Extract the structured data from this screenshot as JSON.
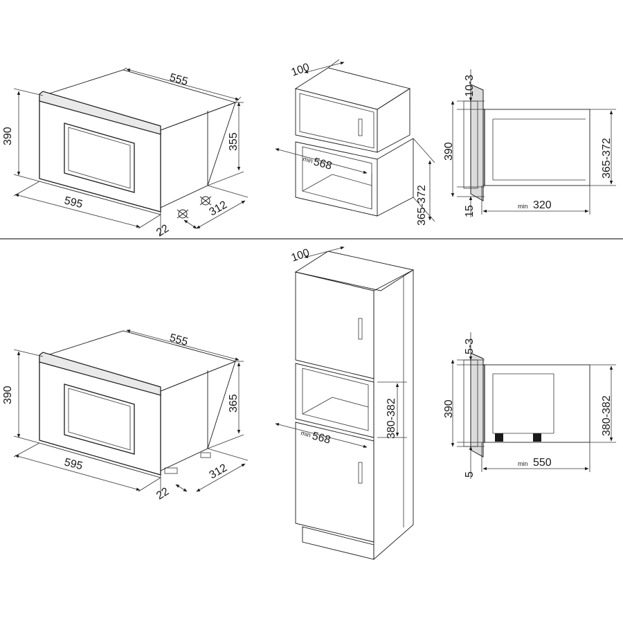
{
  "top": {
    "front": {
      "width": "595",
      "height": "390",
      "depth": "555",
      "body_height": "355",
      "side_depth": "312",
      "offset": "22"
    },
    "niche": {
      "front_gap": "100",
      "min_label": "min",
      "min_width": "568",
      "height_range": "365-372"
    },
    "section": {
      "top_gap": "10-3",
      "height": "390",
      "bottom_gap": "15",
      "min_label": "min",
      "min_depth": "320",
      "niche_height": "365-372"
    }
  },
  "bottom": {
    "front": {
      "width": "595",
      "height": "390",
      "depth": "555",
      "body_height": "365",
      "side_depth": "312",
      "offset": "22"
    },
    "niche": {
      "front_gap": "100",
      "min_label": "min",
      "min_width": "568",
      "height_range": "380-382"
    },
    "section": {
      "top_gap": "5-3",
      "height": "390",
      "bottom_gap": "5",
      "min_label": "min",
      "min_depth": "550",
      "niche_height": "380-382"
    }
  }
}
